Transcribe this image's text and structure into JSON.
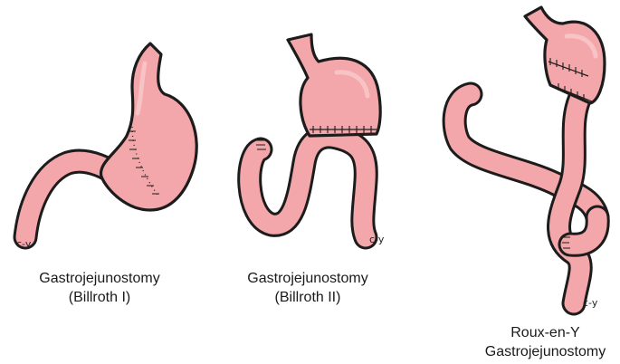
{
  "panels": [
    {
      "id": "billroth-1",
      "caption_line1": "Gastrojejunostomy",
      "caption_line2": "(Billroth I)",
      "signature": "c-y"
    },
    {
      "id": "billroth-2",
      "caption_line1": "Gastrojejunostomy",
      "caption_line2": "(Billroth II)",
      "signature": "c-y"
    },
    {
      "id": "roux-en-y",
      "caption_line1": "Roux-en-Y",
      "caption_line2": "Gastrojejunostomy",
      "signature": "c-y"
    }
  ],
  "colors": {
    "tissue": "#f4a7aa",
    "tissue_highlight": "#f8c3c4",
    "outline": "#1c1c1c",
    "background": "#ffffff"
  }
}
